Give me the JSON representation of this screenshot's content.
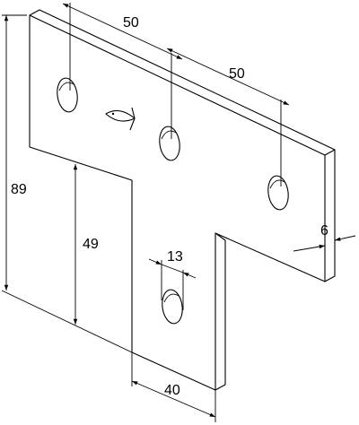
{
  "colors": {
    "line": "#000000",
    "background": "#ffffff",
    "face": "#ffffff"
  },
  "logo": {
    "name": "fish-logo"
  },
  "dimensions": {
    "hole_spacing_left": "50",
    "hole_spacing_right": "50",
    "overall_height": "89",
    "stem_height": "49",
    "hole_diameter": "13",
    "stem_width": "40",
    "thickness": "6"
  }
}
